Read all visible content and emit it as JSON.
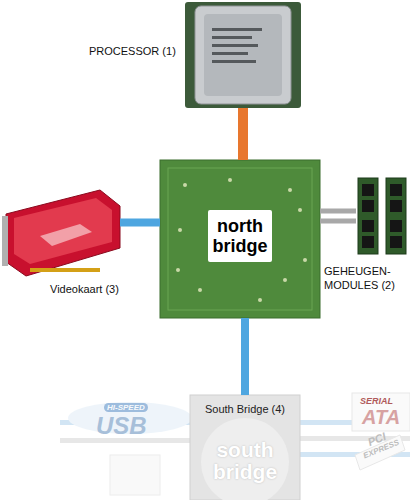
{
  "diagram": {
    "nodes": [
      {
        "text": [
          "PROCESSOR (1)"
        ]
      },
      {
        "text": [
          "north bridge"
        ]
      },
      {
        "text": [
          "GEHEUGEN- MODULES (2)"
        ]
      },
      {
        "text": [
          "Videokaart (3)"
        ]
      },
      {
        "text": [
          "South Bridge (4)",
          "south bridge"
        ]
      }
    ],
    "edges": [
      {
        "from": 0,
        "to": 1,
        "arrow": "none"
      },
      {
        "from": 1,
        "to": 2,
        "arrow": "none"
      },
      {
        "from": 1,
        "to": 3,
        "arrow": "none"
      },
      {
        "from": 1,
        "to": 4,
        "arrow": "none"
      }
    ],
    "labels": [
      "HI-SPEED",
      "USB",
      "SERIAL",
      "ATA",
      "PCI",
      "EXPRESS"
    ]
  }
}
